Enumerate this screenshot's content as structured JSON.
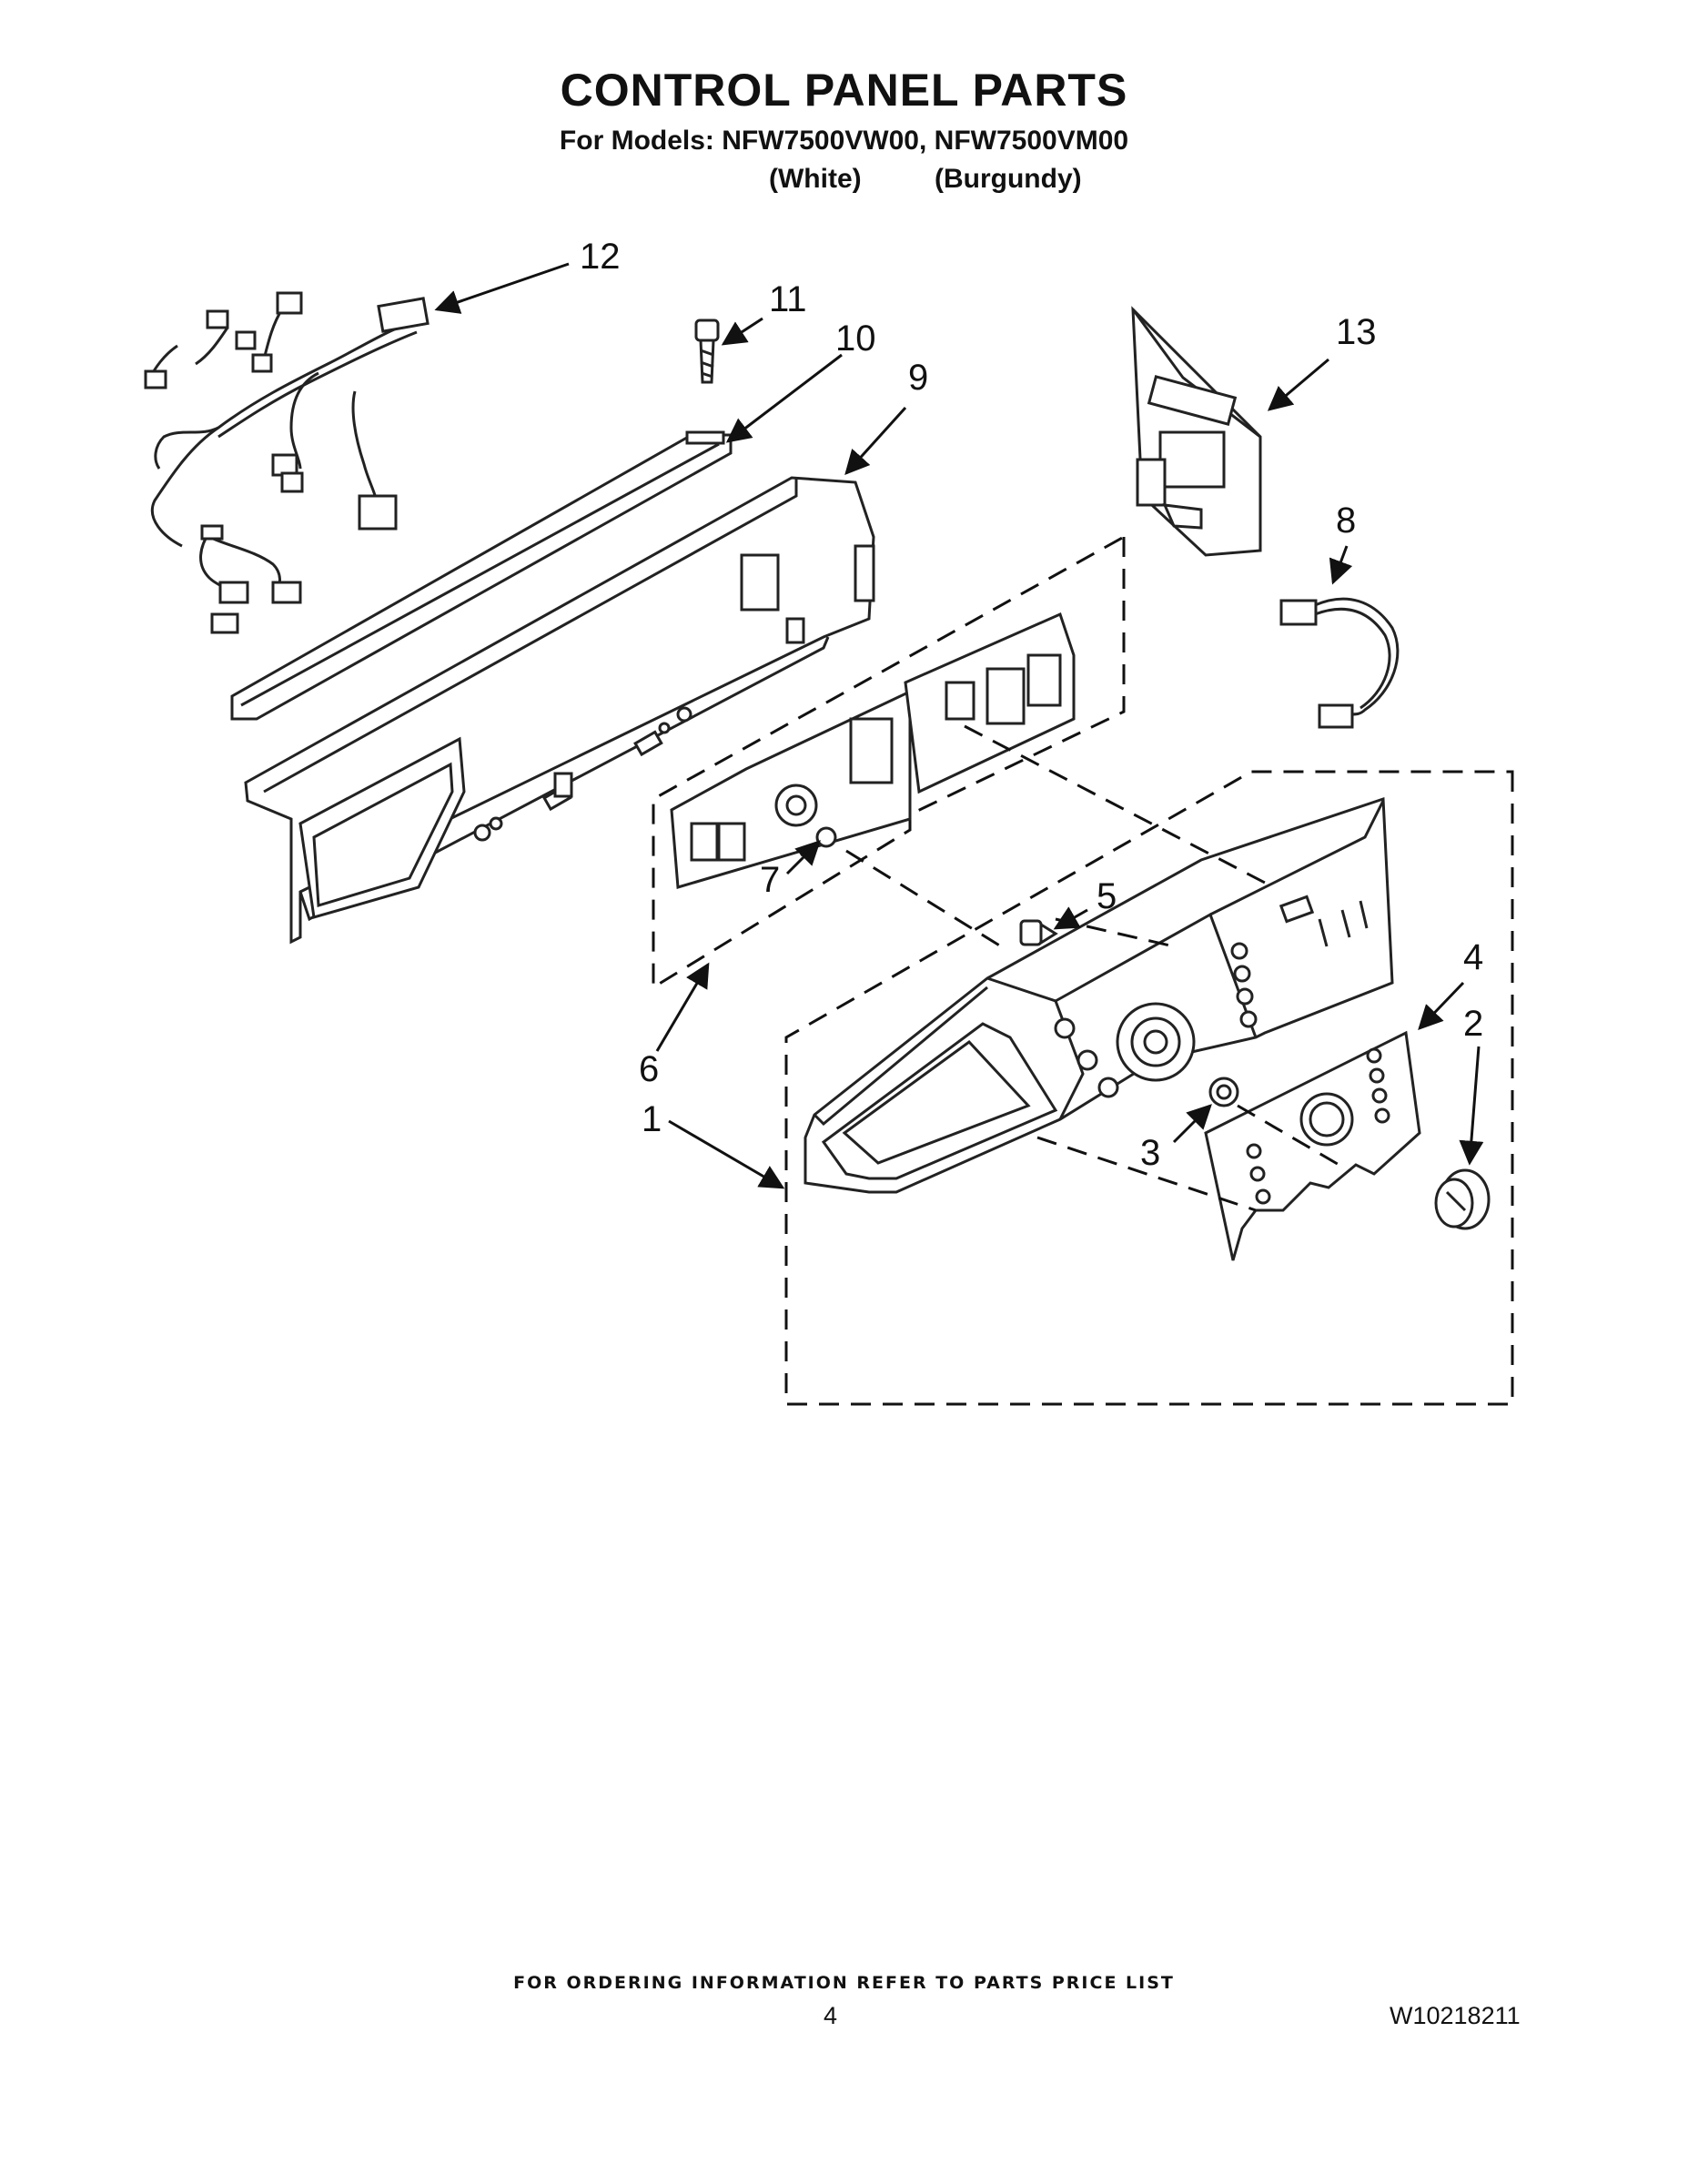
{
  "page": {
    "title": "CONTROL PANEL PARTS",
    "models_line": "For Models: NFW7500VW00, NFW7500VM00",
    "variant_white": "(White)",
    "variant_burgundy": "(Burgundy)"
  },
  "callouts": {
    "c1": "1",
    "c2": "2",
    "c3": "3",
    "c4": "4",
    "c5": "5",
    "c6": "6",
    "c7": "7",
    "c8": "8",
    "c9": "9",
    "c10": "10",
    "c11": "11",
    "c12": "12",
    "c13": "13"
  },
  "footer": {
    "ordering_note": "FOR ORDERING INFORMATION REFER TO PARTS PRICE LIST",
    "page_number": "4",
    "document_number": "W10218211"
  }
}
